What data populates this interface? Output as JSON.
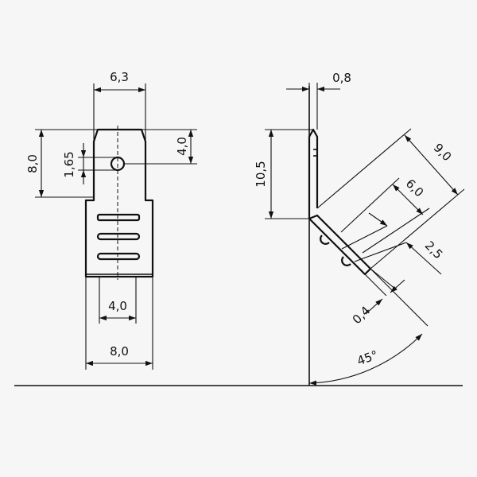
{
  "dimensions": {
    "front_top_width": "6,3",
    "front_height": "8,0",
    "hole_offset": "1,65",
    "tab_height": "4,0",
    "slot_width": "4,0",
    "base_width": "8,0",
    "thickness": "0,8",
    "side_height": "10,5",
    "bent_length": "9,0",
    "bent_slot_length": "6,0",
    "bent_offset": "2,5",
    "bent_thickness": "0,4",
    "angle": "45°"
  },
  "colors": {
    "line": "#111111",
    "background": "#f6f6f6"
  }
}
